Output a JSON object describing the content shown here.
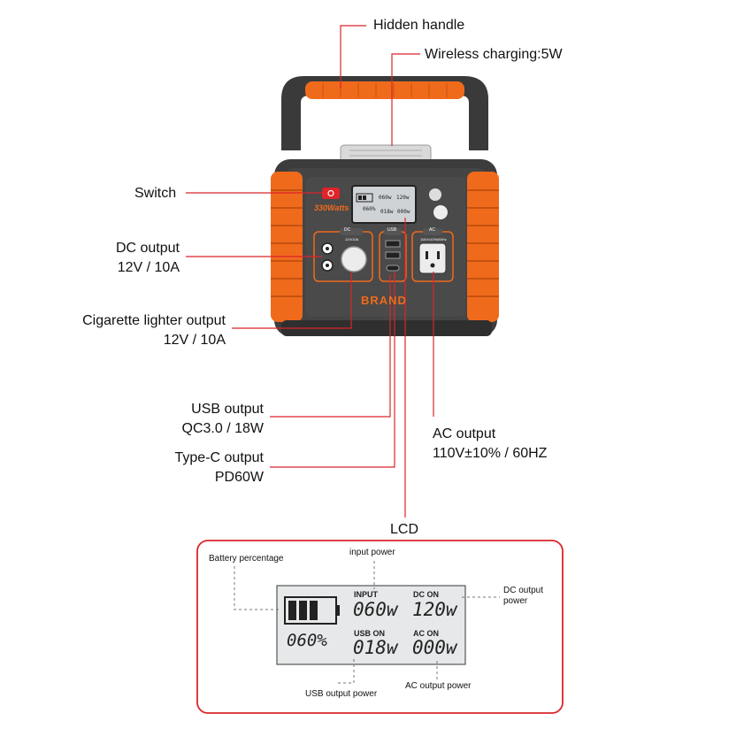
{
  "callouts": {
    "hidden_handle": "Hidden handle",
    "wireless_charging": "Wireless charging:5W",
    "switch": "Switch",
    "dc_output": "DC output",
    "dc_output_spec": "12V / 10A",
    "cig_output": "Cigarette lighter output",
    "cig_output_spec": "12V / 10A",
    "usb_output": "USB output",
    "usb_output_spec": "QC3.0 / 18W",
    "typec_output": "Type-C output",
    "typec_output_spec": "PD60W",
    "ac_output": "AC output",
    "ac_output_spec": "110V±10% / 60HZ",
    "lcd": "LCD"
  },
  "device": {
    "watts_badge": "330Watts",
    "brand": "BRAND",
    "dc_tag": "DC",
    "usb_tag": "USB",
    "ac_tag": "AC",
    "dc_port_label": "12V/10A",
    "ac_label": "110V±10%/60Hz",
    "mini_input": "060w",
    "mini_dc": "120w",
    "mini_pct": "060%",
    "mini_usb": "018w",
    "mini_ac": "000w"
  },
  "lcd_panel": {
    "battery_percentage_label": "Battery percentage",
    "input_power_label": "input power",
    "dc_output_power_label": "DC output power",
    "usb_output_power_label": "USB output power",
    "ac_output_power_label": "AC output power",
    "input_title": "INPUT",
    "input_value": "060w",
    "dc_title": "DC ON",
    "dc_value": "120w",
    "percent_value": "060%",
    "usb_title": "USB ON",
    "usb_value": "018w",
    "ac_title": "AC ON",
    "ac_value": "000w"
  },
  "colors": {
    "orange": "#f06a1c",
    "body_dark": "#3a3a3a",
    "callout_line": "#d9252a",
    "panel_border": "#d9252a"
  }
}
